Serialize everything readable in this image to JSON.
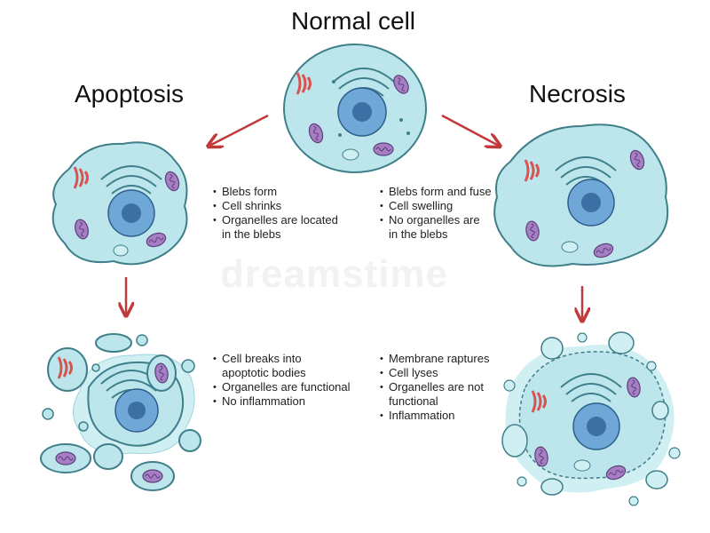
{
  "titles": {
    "normal": "Normal cell",
    "apoptosis": "Apoptosis",
    "necrosis": "Necrosis"
  },
  "notes": {
    "apoptosis_stage1": [
      "Blebs form",
      "Cell shrinks",
      "Organelles are located",
      "in the blebs"
    ],
    "necrosis_stage1": [
      "Blebs form and fuse",
      "Cell swelling",
      "No organelles are",
      "in the blebs"
    ],
    "apoptosis_stage2": [
      "Cell breaks into",
      "apoptotic bodies",
      "Organelles are functional",
      "No inflammation"
    ],
    "necrosis_stage2": [
      "Membrane raptures",
      "Cell lyses",
      "Organelles are not",
      "functional",
      "Inflammation"
    ]
  },
  "watermark": "dreamstime",
  "colors": {
    "arrow": "#c0393b",
    "cytoplasm": "#bde6ec",
    "membrane": "#3f7f8a",
    "nucleus": "#6fa7d6",
    "nucleolus": "#3c6fa3",
    "mitochondria": "#a67ec4",
    "golgi": "#d9534f"
  }
}
